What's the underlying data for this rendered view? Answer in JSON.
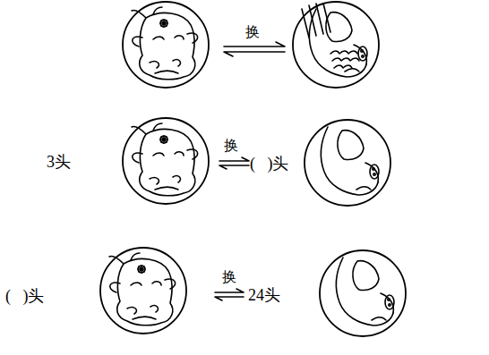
{
  "diagram": {
    "labels": [
      "换",
      "3头",
      "换",
      "(   )头",
      "(   )头",
      "换",
      "24头"
    ]
  }
}
